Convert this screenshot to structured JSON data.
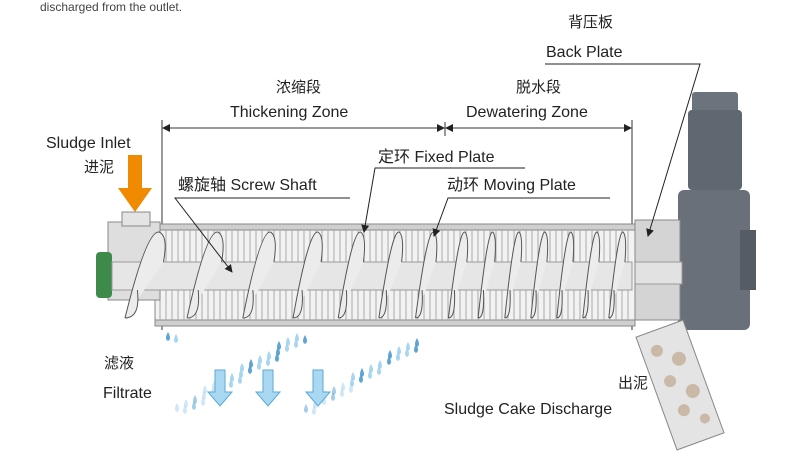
{
  "caption_fragment": "discharged from the outlet.",
  "labels": {
    "back_plate_cn": "背压板",
    "back_plate_en": "Back Plate",
    "thickening_cn": "浓缩段",
    "thickening_en": "Thickening Zone",
    "dewatering_cn": "脱水段",
    "dewatering_en": "Dewatering Zone",
    "sludge_inlet_en": "Sludge Inlet",
    "sludge_inlet_cn": "进泥",
    "screw_shaft": "螺旋轴 Screw Shaft",
    "fixed_plate": "定环 Fixed Plate",
    "moving_plate": "动环 Moving Plate",
    "filtrate_cn": "滤液",
    "filtrate_en": "Filtrate",
    "cake_cn": "出泥",
    "cake_en": "Sludge Cake Discharge"
  },
  "colors": {
    "inlet_arrow": "#f08a00",
    "filtrate": "#7cc4ec",
    "bearing": "#3e8a4a",
    "machine": "#d9d9d9",
    "motor": "#5f6770"
  }
}
